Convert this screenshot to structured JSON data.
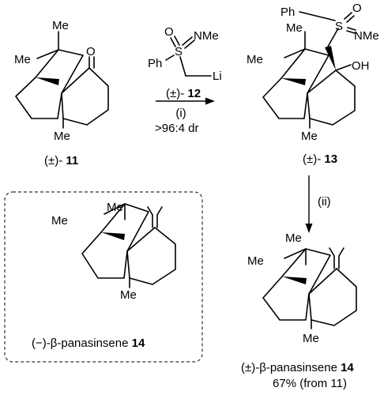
{
  "atoms": {
    "me": "Me",
    "ketone_o": "O",
    "oh": "OH",
    "ph": "Ph",
    "s": "S",
    "o": "O",
    "nme": "NMe",
    "li": "Li"
  },
  "compounds": {
    "c11": {
      "prefix": "(±)- ",
      "number": "11"
    },
    "c12": {
      "prefix": "(±)- ",
      "number": "12"
    },
    "c13": {
      "prefix": "(±)- ",
      "number": "13"
    },
    "c14_natural": {
      "prefix": "(−)-β-panasinsene ",
      "number": "14"
    },
    "c14_racemic": {
      "prefix": "(±)-β-panasinsene ",
      "number": "14"
    }
  },
  "conditions": {
    "step1": "(i)",
    "step1_dr": ">96:4 dr",
    "step2": "(ii)",
    "yield": "67% (from 11)"
  }
}
